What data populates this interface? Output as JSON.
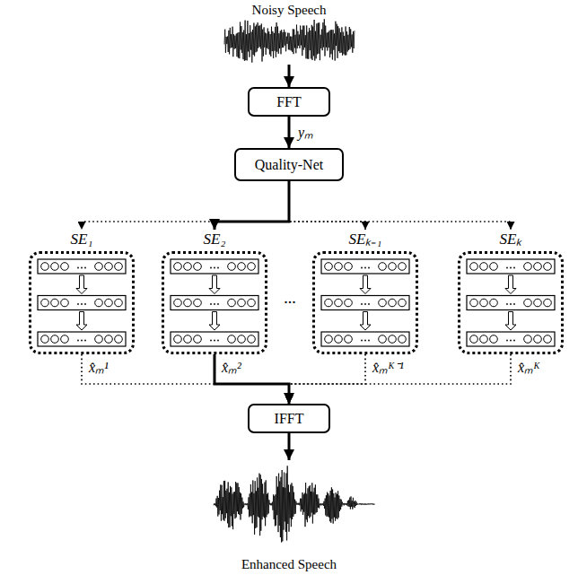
{
  "diagram": {
    "nodes": [
      {
        "text": [
          "FFT"
        ]
      },
      {
        "text": [
          "Quality-Net"
        ]
      },
      {
        "text": [
          "SE₁"
        ]
      },
      {
        "text": [
          "SE₂"
        ]
      },
      {
        "text": [
          "SEₖ₋₁"
        ]
      },
      {
        "text": [
          "SEₖ"
        ]
      },
      {
        "text": [
          "IFFT"
        ]
      }
    ],
    "edges": [
      {
        "from": 0,
        "to": 1,
        "arrow": "to",
        "label": "yₘ"
      },
      {
        "from": 1,
        "to": 2,
        "arrow": "to"
      },
      {
        "from": 1,
        "to": 3,
        "arrow": "to"
      },
      {
        "from": 1,
        "to": 4,
        "arrow": "to"
      },
      {
        "from": 1,
        "to": 5,
        "arrow": "to"
      },
      {
        "from": 2,
        "to": 6,
        "arrow": "to",
        "label": "x̂ₘ¹"
      },
      {
        "from": 3,
        "to": 6,
        "arrow": "to",
        "label": "x̂ₘ²"
      },
      {
        "from": 4,
        "to": 6,
        "arrow": "to",
        "label": "x̂ₘᴷ⁻¹"
      },
      {
        "from": 5,
        "to": 6,
        "arrow": "to",
        "label": "x̂ₘᴷ"
      }
    ],
    "labels": [
      "Noisy Speech",
      "...",
      "Enhanced Speech"
    ]
  }
}
